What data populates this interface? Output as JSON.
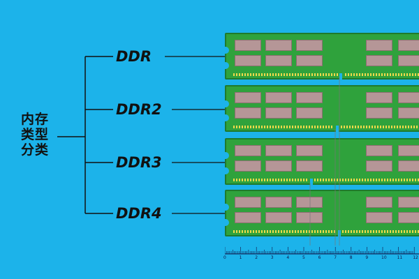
{
  "root": {
    "lines": [
      "内存",
      "类型",
      "分类"
    ]
  },
  "branches": [
    {
      "label": "DDR"
    },
    {
      "label": "DDR2"
    },
    {
      "label": "DDR3"
    },
    {
      "label": "DDR4"
    }
  ],
  "ruler": {
    "ticks": [
      "0",
      "1",
      "2",
      "3",
      "4",
      "5",
      "6",
      "7",
      "8",
      "9",
      "10",
      "11",
      "12"
    ]
  },
  "colors": {
    "background": "#1cb3ea",
    "pcb": "#2fa23c",
    "chip": "#b59697",
    "pins": "#f0d94a"
  }
}
